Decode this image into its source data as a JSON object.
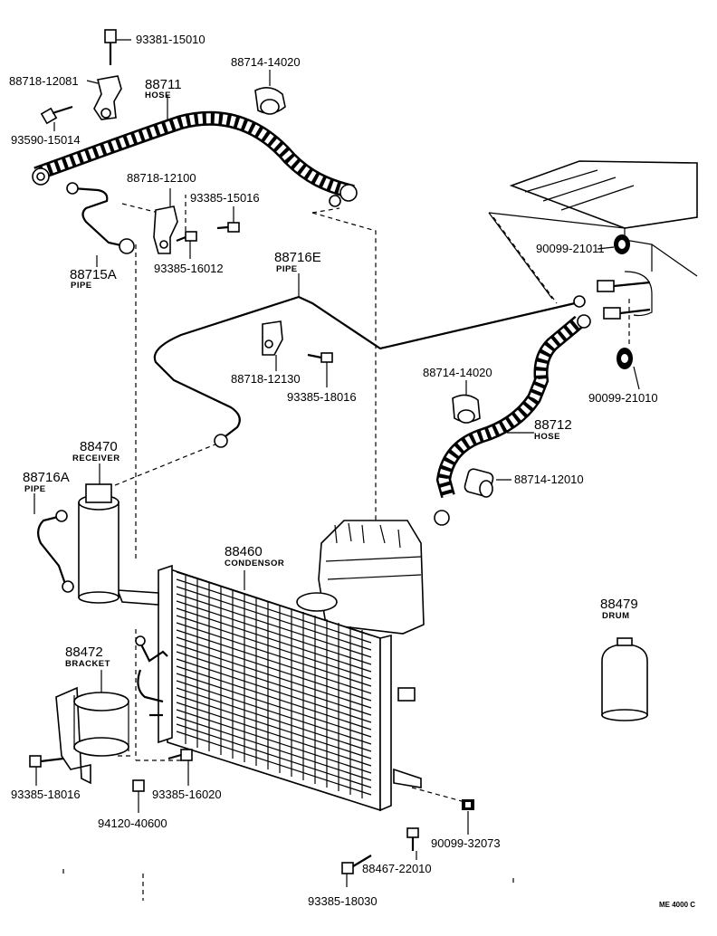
{
  "parts": {
    "p93381": "93381-15010",
    "p88718a": "88718-12081",
    "p88711": "88711",
    "p88711_name": "HOSE",
    "p88714a": "88714-14020",
    "p93590": "93590-15014",
    "p88718b": "88718-12100",
    "p93385a": "93385-15016",
    "p93385b": "93385-16012",
    "p88715A": "88715A",
    "p88715A_name": "PIPE",
    "p88716E": "88716E",
    "p88716E_name": "PIPE",
    "p90099a": "90099-21011",
    "p88718c": "88718-12130",
    "p93385c": "93385-18016",
    "p88714b": "88714-14020",
    "p90099b": "90099-21010",
    "p88712": "88712",
    "p88712_name": "HOSE",
    "p88470": "88470",
    "p88470_name": "RECEIVER",
    "p88714c": "88714-12010",
    "p88716A": "88716A",
    "p88716A_name": "PIPE",
    "p88460": "88460",
    "p88460_name": "CONDENSOR",
    "p88479": "88479",
    "p88479_name": "DRUM",
    "p88472": "88472",
    "p88472_name": "BRACKET",
    "p93385d": "93385-18016",
    "p93385e": "93385-16020",
    "p94120": "94120-40600",
    "p90099c": "90099-32073",
    "p88467": "88467-22010",
    "p93385f": "93385-18030"
  },
  "footer_code": "ME 4000 C"
}
